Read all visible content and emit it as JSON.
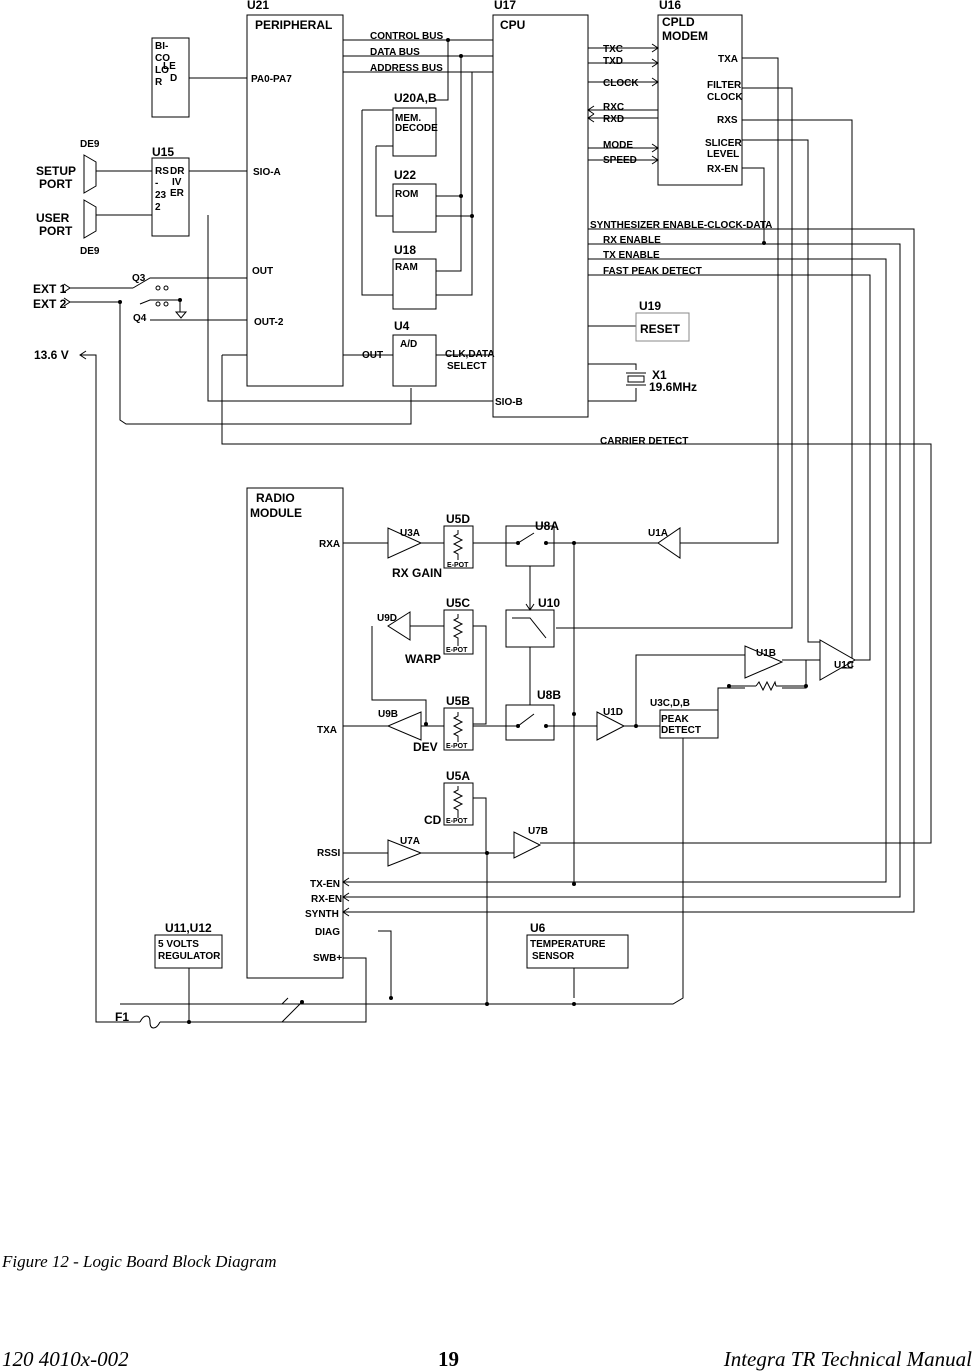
{
  "diagram": {
    "blocks": {
      "bicolor_led": [
        "BI-",
        "CO",
        "LO",
        "R",
        "LE",
        "D"
      ],
      "u21": {
        "ref": "U21",
        "title": "PERIPHERAL",
        "pins": [
          "PA0-PA7",
          "SIO-A",
          "OUT",
          "OUT-2"
        ]
      },
      "u17": {
        "ref": "U17",
        "title": "CPU",
        "pins": [
          "SIO-B"
        ]
      },
      "u16": {
        "ref": "U16",
        "title": [
          "CPLD",
          "MODEM"
        ],
        "pins": [
          "TXA",
          "FILTER",
          "CLOCK",
          "RXS",
          "SLICER",
          "LEVEL",
          "RX-EN"
        ]
      },
      "u15": {
        "ref": "U15",
        "lines": [
          "RS",
          "-",
          "23",
          "2",
          "DR",
          "IV",
          "ER"
        ]
      },
      "u20": {
        "ref": "U20A,B",
        "title": [
          "MEM.",
          "DECODE"
        ]
      },
      "u22": {
        "ref": "U22",
        "title": "ROM"
      },
      "u18": {
        "ref": "U18",
        "title": "RAM"
      },
      "u4": {
        "ref": "U4",
        "title": "A/D",
        "out": "OUT",
        "select": [
          "CLK,DATA",
          "SELECT"
        ]
      },
      "u19": {
        "ref": "U19",
        "title": "RESET"
      },
      "x1": {
        "ref": "X1",
        "freq": "19.6MHz"
      },
      "radio": {
        "title": [
          "RADIO",
          "MODULE"
        ],
        "pins": [
          "RXA",
          "TXA",
          "RSSI",
          "TX-EN",
          "RX-EN",
          "SYNTH",
          "DIAG",
          "SWB+"
        ]
      },
      "u11": {
        "ref": "U11,U12",
        "title": [
          "5 VOLTS",
          "REGULATOR"
        ]
      },
      "u6": {
        "ref": "U6",
        "title": [
          "TEMPERATURE",
          "SENSOR"
        ]
      },
      "u3": {
        "ref": "U3C,D,B",
        "title": [
          "PEAK",
          "DETECT"
        ]
      }
    },
    "buses": [
      "CONTROL BUS",
      "DATA BUS",
      "ADDRESS BUS"
    ],
    "cpu_modem_signals": [
      "TXC",
      "TXD",
      "CLOCK",
      "RXC",
      "RXD",
      "MODE",
      "SPEED"
    ],
    "cpu_radio_signals": [
      "SYNTHESIZER ENABLE-CLOCK-DATA",
      "RX ENABLE",
      "TX ENABLE",
      "FAST PEAK DETECT"
    ],
    "carrier": "CARRIER DETECT",
    "connectors": {
      "de9": "DE9",
      "setup": [
        "SETUP",
        "PORT"
      ],
      "user": [
        "USER",
        "PORT"
      ],
      "ext1": "EXT 1",
      "ext2": "EXT 2",
      "q3": "Q3",
      "q4": "Q4",
      "power": "13.6 V",
      "fuse": "F1"
    },
    "analog": {
      "u3a": "U3A",
      "u5d": "U5D",
      "u8a": "U8A",
      "u1a": "U1A",
      "rx_gain": "RX GAIN",
      "u10": "U10",
      "u9d": "U9D",
      "u5c": "U5C",
      "warp": "WARP",
      "u1b": "U1B",
      "u1c": "U1C",
      "u9b": "U9B",
      "u5b": "U5B",
      "u8b": "U8B",
      "u1d": "U1D",
      "dev": "DEV",
      "u5a": "U5A",
      "cd": "CD",
      "u7a": "U7A",
      "u7b": "U7B",
      "epot": "E-POT"
    }
  },
  "caption": "Figure 12 - Logic Board Block Diagram",
  "footer": {
    "left": "120 4010x-002",
    "page": "19",
    "right": "Integra TR Technical Manual"
  }
}
